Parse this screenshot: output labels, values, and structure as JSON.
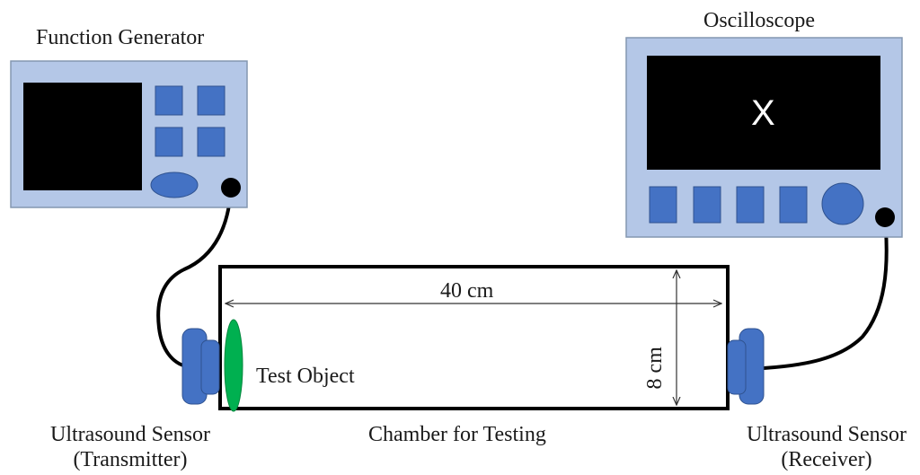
{
  "function_generator": {
    "title": "Function Generator"
  },
  "oscilloscope": {
    "title": "Oscilloscope",
    "screen_text": "X"
  },
  "chamber": {
    "label": "Chamber for Testing",
    "length_label": "40 cm",
    "width_label": "8 cm"
  },
  "test_object": {
    "label": "Test Object"
  },
  "transmitter": {
    "line1": "Ultrasound Sensor",
    "line2": "(Transmitter)"
  },
  "receiver": {
    "line1": "Ultrasound Sensor",
    "line2": "(Receiver)"
  },
  "colors": {
    "device_body": "#b4c7e7",
    "device_border": "#8497b0",
    "button": "#4472c4",
    "button_border": "#2f528f",
    "screen": "#000000",
    "sensor": "#4472c4",
    "test_object": "#00b050",
    "cable": "#000000"
  }
}
